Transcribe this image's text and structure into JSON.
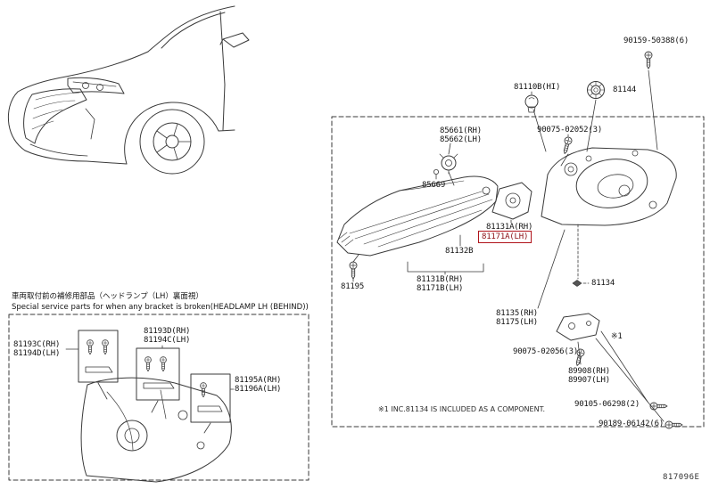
{
  "diagram": {
    "figure_code": "817096E",
    "highlight_color": "#b0131a",
    "highlight_text_color": "#8b0f14",
    "notes": {
      "jp": "車両取付前の補修用部品（ヘッドランプ（LH）裏面視）",
      "en": "Special service parts for when any bracket is broken(HEADLAMP LH (BEHIND))",
      "footnote": "※1  INC.81134 IS INCLUDED AS A COMPONENT."
    },
    "labels": [
      {
        "id": "90159-50388",
        "text": "90159-50388(6)"
      },
      {
        "id": "81110B",
        "text": "81110B(HI)"
      },
      {
        "id": "81144",
        "text": "81144"
      },
      {
        "id": "85661",
        "text": "85661(RH)\n85662(LH)"
      },
      {
        "id": "90075-02052",
        "text": "90075-02052(3)"
      },
      {
        "id": "85669",
        "text": "85669"
      },
      {
        "id": "81131A",
        "text": "81131A(RH)"
      },
      {
        "id": "81171A",
        "text": "81171A(LH)",
        "highlighted": true
      },
      {
        "id": "81132B",
        "text": "81132B"
      },
      {
        "id": "81195",
        "text": "81195"
      },
      {
        "id": "81131B",
        "text": "81131B(RH)\n81171B(LH)"
      },
      {
        "id": "81134",
        "text": "81134"
      },
      {
        "id": "81135",
        "text": "81135(RH)\n81175(LH)"
      },
      {
        "id": "90075-02056",
        "text": "90075-02056(3)"
      },
      {
        "id": "89908",
        "text": "89908(RH)\n89907(LH)"
      },
      {
        "id": "ref1",
        "text": "※1"
      },
      {
        "id": "90105-06298",
        "text": "90105-06298(2)"
      },
      {
        "id": "90189-06142",
        "text": "90189-06142(6)"
      },
      {
        "id": "81193C",
        "text": "81193C(RH)\n81194D(LH)"
      },
      {
        "id": "81193D",
        "text": "81193D(RH)\n81194C(LH)"
      },
      {
        "id": "81195A",
        "text": "81195A(RH)\n81196A(LH)"
      }
    ]
  }
}
